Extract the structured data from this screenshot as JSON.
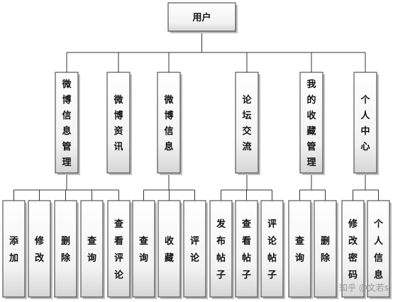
{
  "root": {
    "label": "用户"
  },
  "modules": [
    {
      "label": "微博信息管理",
      "children": [
        "添加",
        "修改",
        "删除",
        "查询",
        "查看评论"
      ]
    },
    {
      "label": "微博资讯",
      "children": []
    },
    {
      "label": "微博信息",
      "children": [
        "查询",
        "收藏",
        "评论"
      ]
    },
    {
      "label": "论坛交流",
      "children": [
        "发布帖子",
        "查看帖子",
        "评论帖子"
      ]
    },
    {
      "label": "我的收藏管理",
      "children": [
        "查询",
        "删除"
      ]
    },
    {
      "label": "个人中心",
      "children": [
        "修改密码",
        "个人信息"
      ]
    }
  ],
  "watermark": "知乎 @文若s",
  "colors": {
    "border": "#333333",
    "box_top": "#ffffff",
    "box_bottom": "#d6d6d6",
    "shadow": "#bfbfbf"
  }
}
